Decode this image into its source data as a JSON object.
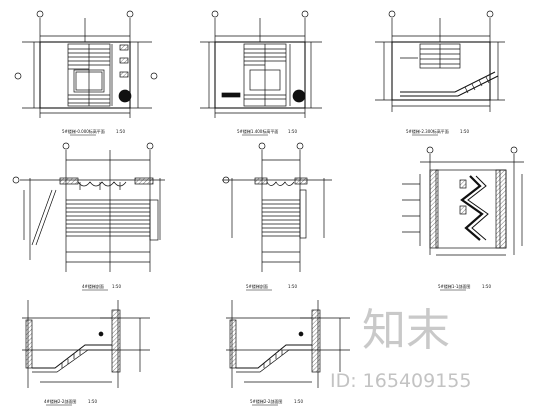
{
  "sheet": {
    "drawings": [
      {
        "id": "plan-1",
        "caption": "5#楼梯-0.000标高平面",
        "scale": "1:50"
      },
      {
        "id": "plan-2",
        "caption": "5#楼梯1.400标高平面",
        "scale": "1:50"
      },
      {
        "id": "plan-3",
        "caption": "5#楼梯-2.300标高平面",
        "scale": "1:50"
      },
      {
        "id": "elev-1",
        "caption": "4#楼梯剖面",
        "scale": "1:50"
      },
      {
        "id": "elev-2",
        "caption": "5#楼梯剖面",
        "scale": "1:50"
      },
      {
        "id": "section-1",
        "caption": "5#楼梯1-1剖面图",
        "scale": "1:50"
      },
      {
        "id": "detail-1",
        "caption": "4#楼梯2-2剖面图",
        "scale": "1:50"
      },
      {
        "id": "detail-2",
        "caption": "5#楼梯2-2剖面图",
        "scale": "1:50"
      }
    ]
  },
  "watermark": {
    "brand": "知末",
    "id_text": "ID: 165409155"
  }
}
